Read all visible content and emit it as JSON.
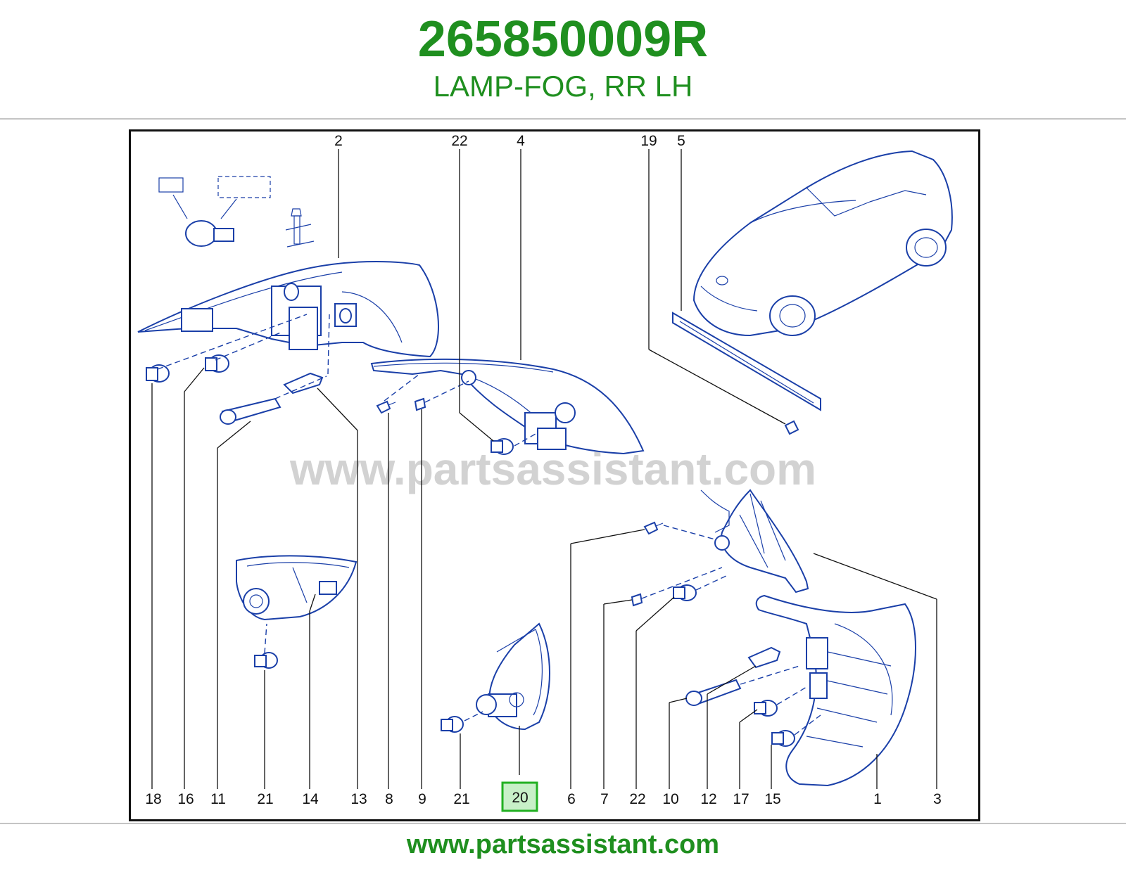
{
  "header": {
    "part_number": "265850009R",
    "description": "LAMP-FOG, RR LH"
  },
  "watermark": "www.partsassistant.com",
  "footer": {
    "url": "www.partsassistant.com"
  },
  "callouts_top": [
    "2",
    "22",
    "4",
    "19",
    "5"
  ],
  "callouts_bottom": [
    "18",
    "16",
    "11",
    "21",
    "14",
    "13",
    "8",
    "9",
    "21",
    "20",
    "6",
    "7",
    "22",
    "10",
    "12",
    "17",
    "15",
    "1",
    "3"
  ],
  "highlighted_callout": "20",
  "colors": {
    "brand_green": "#1f8f1f",
    "drawing_blue": "#1a3fa8",
    "highlight_border": "#22b022",
    "highlight_fill": "#c8f0c8"
  }
}
